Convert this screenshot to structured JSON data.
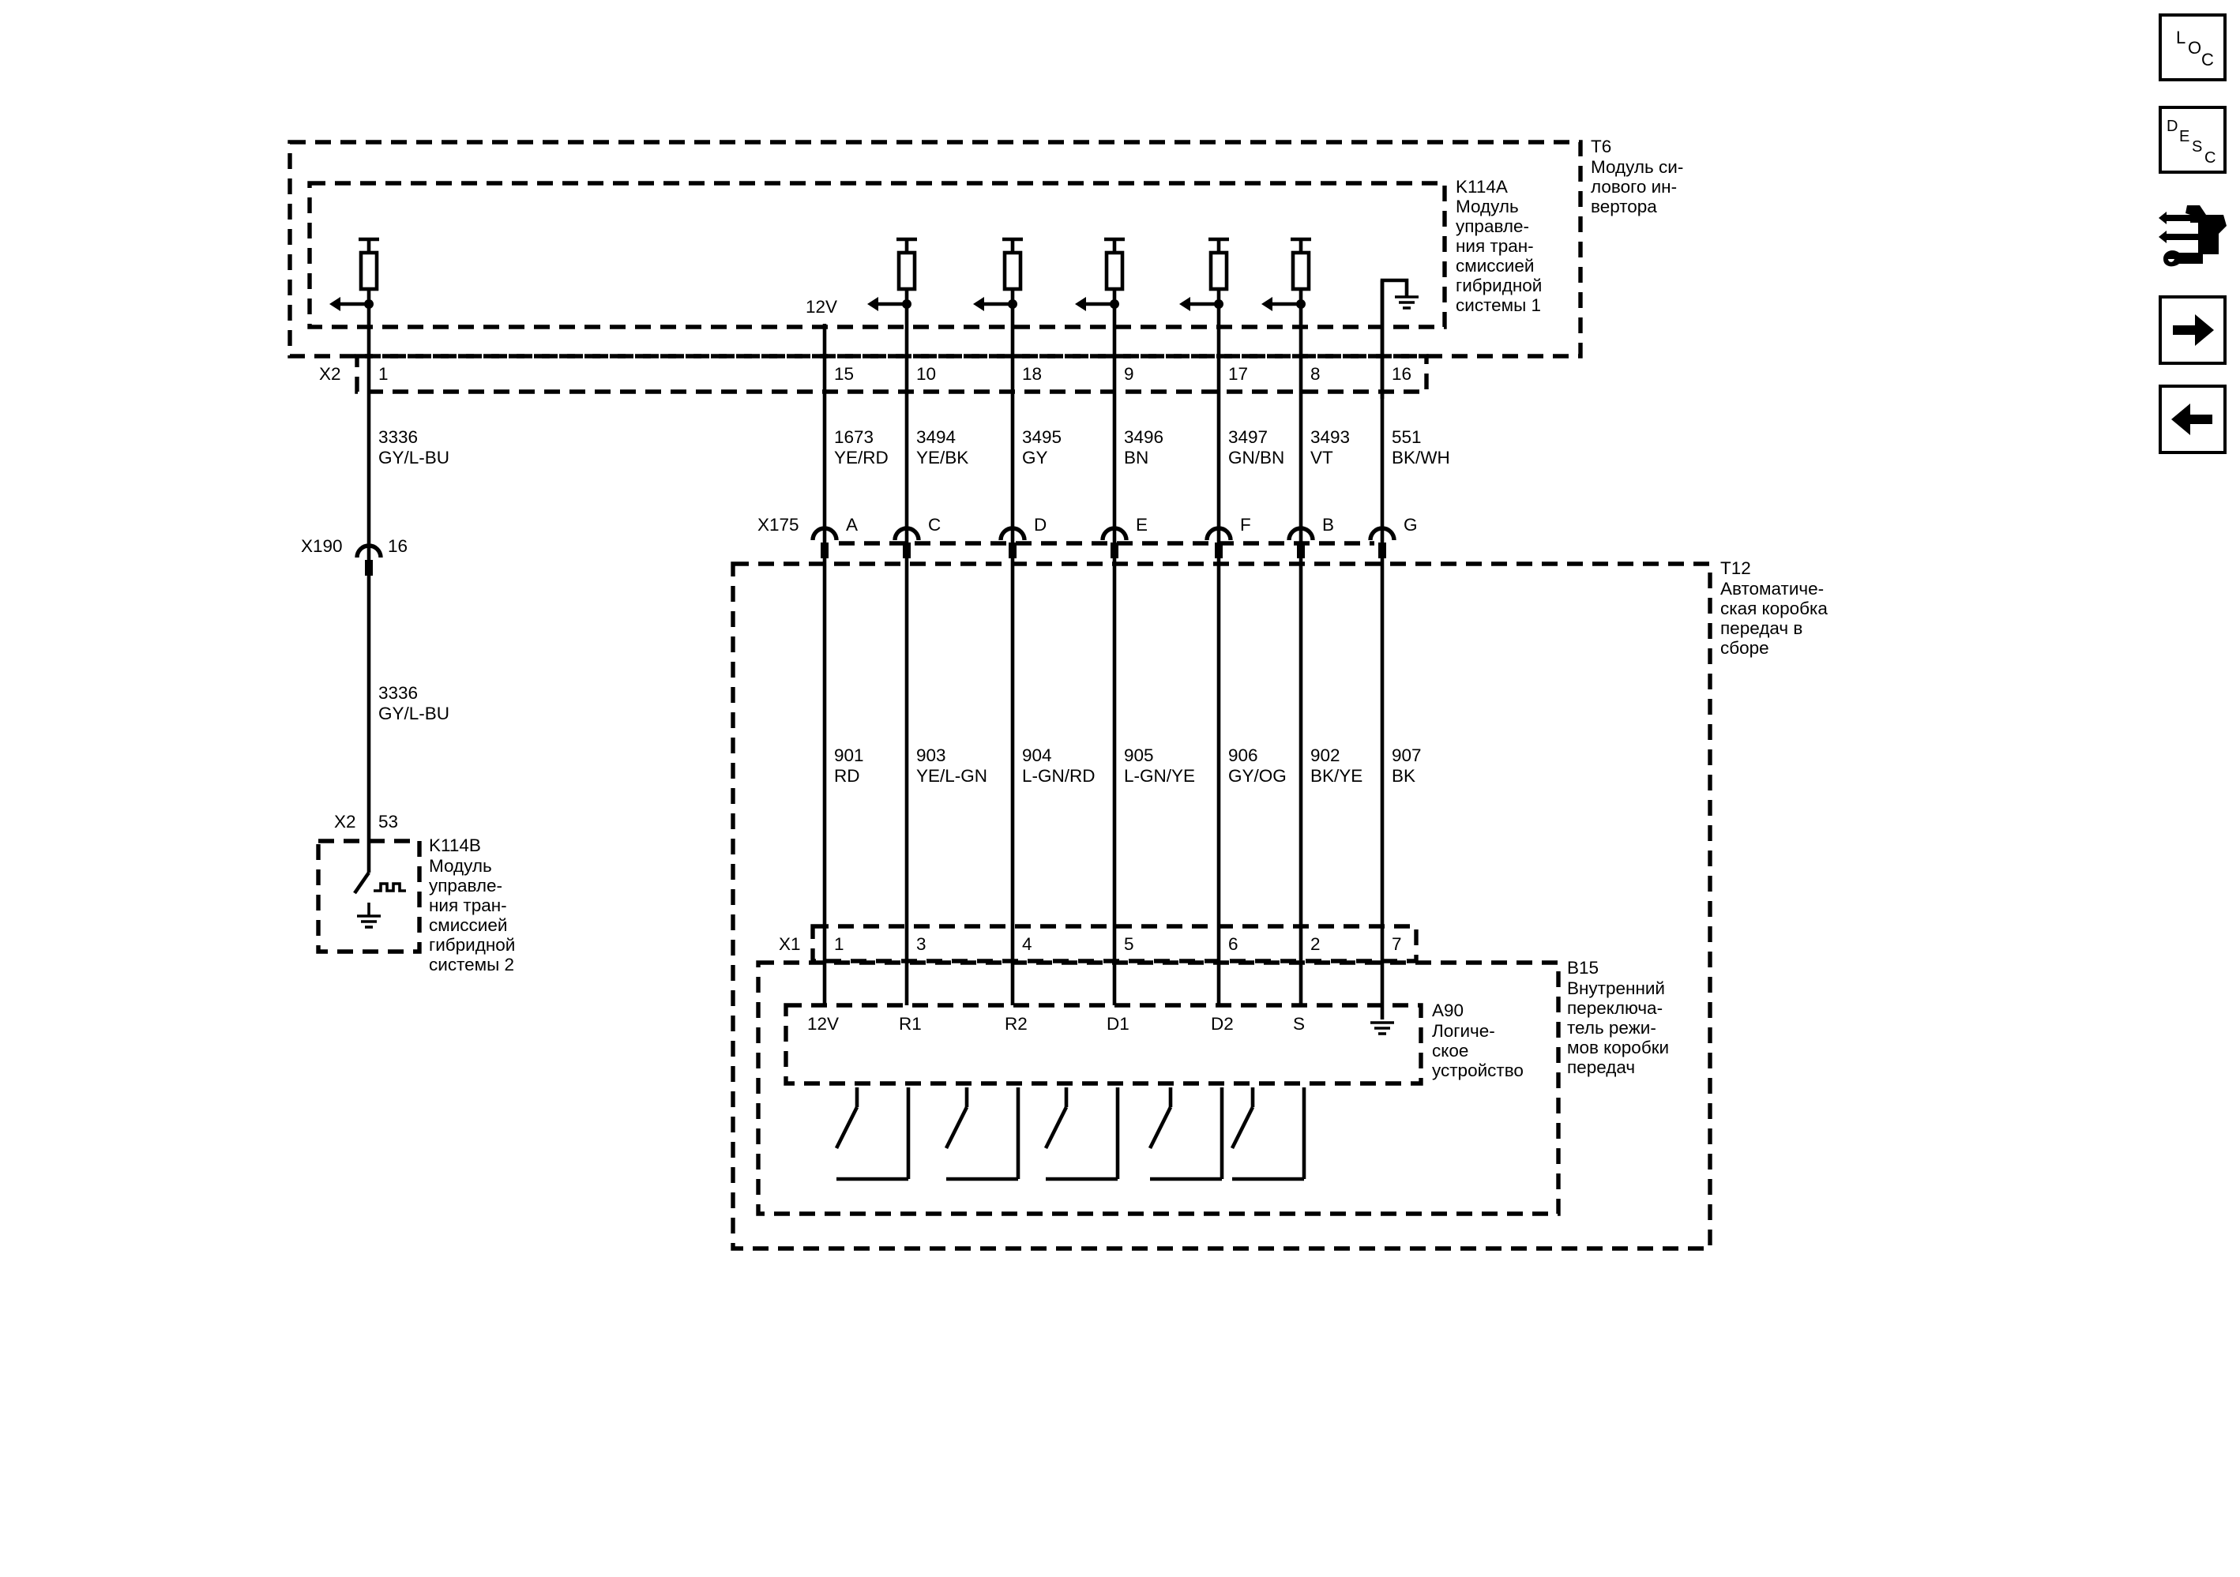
{
  "modules": {
    "t6": {
      "id": "T6",
      "name": [
        "Модуль си-",
        "лового ин-",
        "вертора"
      ]
    },
    "k114a": {
      "id": "K114A",
      "name": [
        "Модуль",
        "управле-",
        "ния тран-",
        "смиссией",
        "гибридной",
        "системы 1"
      ]
    },
    "k114b": {
      "id": "K114B",
      "name": [
        "Модуль",
        "управле-",
        "ния тран-",
        "смиссией",
        "гибридной",
        "системы 2"
      ]
    },
    "t12": {
      "id": "T12",
      "name": [
        "Автоматиче-",
        "ская коробка",
        "передач в",
        "сборе"
      ]
    },
    "b15": {
      "id": "B15",
      "name": [
        "Внутренний",
        "переключа-",
        "тель режи-",
        "мов коробки",
        "передач"
      ]
    },
    "a90": {
      "id": "A90",
      "name": [
        "Логиче-",
        "ское",
        "устройство"
      ]
    }
  },
  "connectors": {
    "x2_top": {
      "id": "X2"
    },
    "x2_bottom": {
      "id": "X2",
      "pin": "53"
    },
    "x190": {
      "id": "X190",
      "pin": "16"
    },
    "x175": {
      "id": "X175"
    },
    "x1": {
      "id": "X1"
    }
  },
  "supply_label": "12V",
  "left_circuit": {
    "x2_pin": "1",
    "wire_upper": {
      "circuit": "3336",
      "color": "GY/L-BU"
    },
    "wire_lower": {
      "circuit": "3336",
      "color": "GY/L-BU"
    }
  },
  "channels": [
    {
      "x2_pin": "15",
      "upper_circuit": "1673",
      "upper_color": "YE/RD",
      "x175_pin": "A",
      "lower_circuit": "901",
      "lower_color": "RD",
      "x1_pin": "1",
      "a90_label": "12V"
    },
    {
      "x2_pin": "10",
      "upper_circuit": "3494",
      "upper_color": "YE/BK",
      "x175_pin": "C",
      "lower_circuit": "903",
      "lower_color": "YE/L-GN",
      "x1_pin": "3",
      "a90_label": "R1"
    },
    {
      "x2_pin": "18",
      "upper_circuit": "3495",
      "upper_color": "GY",
      "x175_pin": "D",
      "lower_circuit": "904",
      "lower_color": "L-GN/RD",
      "x1_pin": "4",
      "a90_label": "R2"
    },
    {
      "x2_pin": "9",
      "upper_circuit": "3496",
      "upper_color": "BN",
      "x175_pin": "E",
      "lower_circuit": "905",
      "lower_color": "L-GN/YE",
      "x1_pin": "5",
      "a90_label": "D1"
    },
    {
      "x2_pin": "17",
      "upper_circuit": "3497",
      "upper_color": "GN/BN",
      "x175_pin": "F",
      "lower_circuit": "906",
      "lower_color": "GY/OG",
      "x1_pin": "6",
      "a90_label": "D2"
    },
    {
      "x2_pin": "8",
      "upper_circuit": "3493",
      "upper_color": "VT",
      "x175_pin": "B",
      "lower_circuit": "902",
      "lower_color": "BK/YE",
      "x1_pin": "2",
      "a90_label": "S"
    },
    {
      "x2_pin": "16",
      "upper_circuit": "551",
      "upper_color": "BK/WH",
      "x175_pin": "G",
      "lower_circuit": "907",
      "lower_color": "BK",
      "x1_pin": "7",
      "a90_label": ""
    }
  ],
  "nav": {
    "loc": [
      "L",
      "O",
      "C"
    ],
    "desc": [
      "D",
      "E",
      "S",
      "C"
    ],
    "tool_icon": "connector-tool-icon",
    "next_icon": "arrow-right-icon",
    "prev_icon": "arrow-left-icon"
  }
}
